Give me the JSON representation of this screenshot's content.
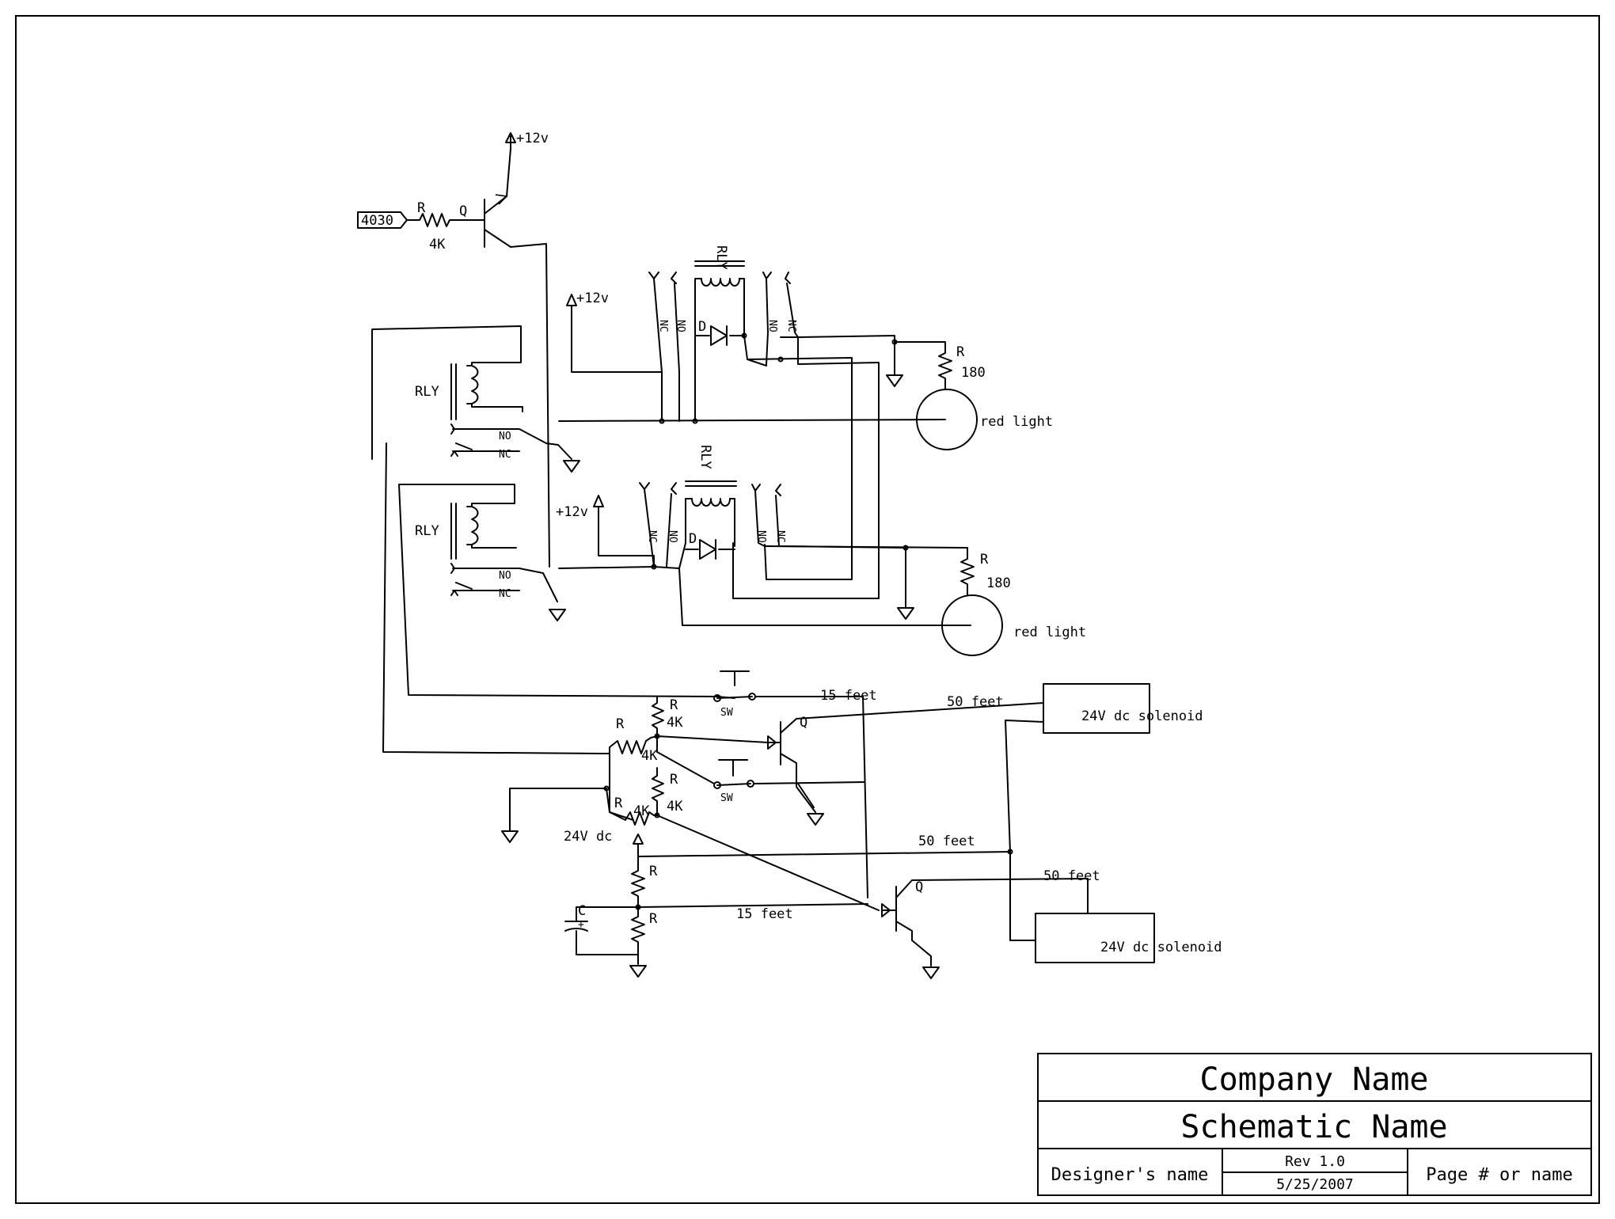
{
  "labels": {
    "input_tag": "4030",
    "r": "R",
    "q": "Q",
    "d": "D",
    "c": "C",
    "k4": "4K",
    "r180": "180",
    "plus12v": "+12v",
    "rly": "RLY",
    "rly_vertical": "RLY",
    "no": "NO",
    "nc": "NC",
    "sw": "SW",
    "red_light": "red light",
    "ft15": "15 feet",
    "ft50": "50 feet",
    "solenoid": "24V dc solenoid",
    "v24": "24V dc",
    "plus": "+"
  },
  "title_block": {
    "company": "Company Name",
    "schematic": "Schematic Name",
    "designer": "Designer's name",
    "rev": "Rev 1.0",
    "date": "5/25/2007",
    "page": "Page # or name"
  }
}
